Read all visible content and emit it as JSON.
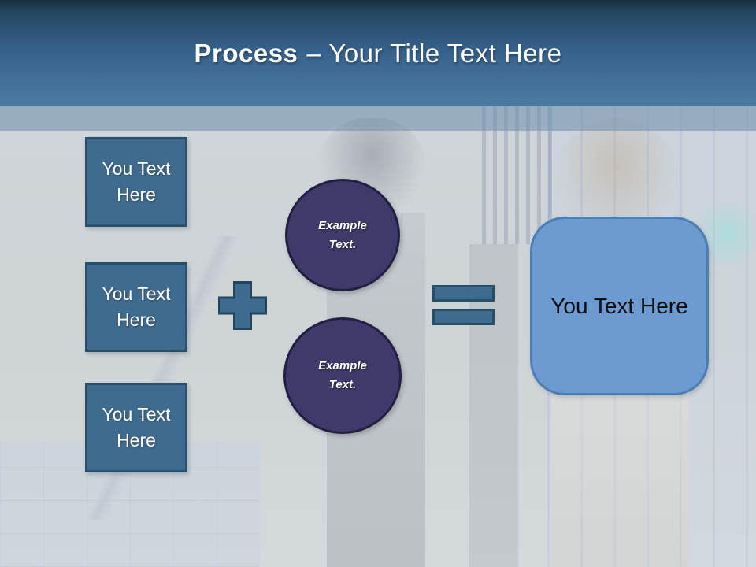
{
  "header": {
    "title_bold": "Process",
    "title_rest": "– Your Title Text Here"
  },
  "diagram": {
    "input_boxes": [
      {
        "label": "You Text Here"
      },
      {
        "label": "You Text Here"
      },
      {
        "label": "You Text Here"
      }
    ],
    "plus_icon": "plus-shape",
    "example_circles": [
      {
        "label": "Example Text."
      },
      {
        "label": "Example Text."
      }
    ],
    "equals_icon": "equals-shape",
    "result_box": {
      "label": "You Text Here"
    }
  },
  "colors": {
    "header_gradient_top": "#182c3c",
    "header_gradient_bottom": "#4a79a1",
    "header_band": "#9badc1",
    "steel_blue_fill": "#3f6b8e",
    "steel_blue_border": "#27506e",
    "indigo_circle_fill": "#3e3a6a",
    "indigo_circle_border": "#232044",
    "result_box_fill": "#6c9bd2",
    "result_box_border": "#4b7eb4",
    "content_background": "#ced3d6",
    "title_text": "#ffffff",
    "result_text": "#0d0d0d"
  }
}
